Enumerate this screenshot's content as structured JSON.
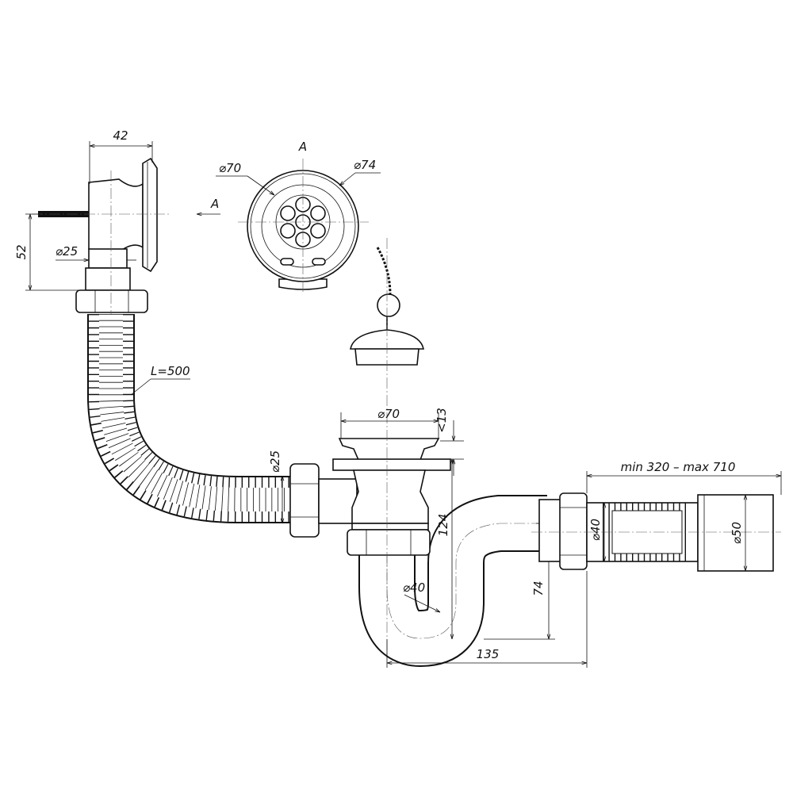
{
  "drawing": {
    "overflow": {
      "width_dim": "42",
      "height_dim": "52",
      "diameter": "⌀25",
      "view_arrow_label": "A"
    },
    "view_a": {
      "title": "A",
      "inner_diameter": "⌀70",
      "outer_diameter": "⌀74"
    },
    "hose": {
      "length": "L=500",
      "diameter": "⌀25"
    },
    "drain": {
      "diameter": "⌀70",
      "thickness": "<13",
      "height": "124"
    },
    "trap": {
      "diameter": "⌀40",
      "depth": "74",
      "offset": "135"
    },
    "outlet": {
      "length_range": "min 320 – max 710",
      "inner_diameter": "⌀40",
      "outer_diameter": "⌀50"
    }
  }
}
